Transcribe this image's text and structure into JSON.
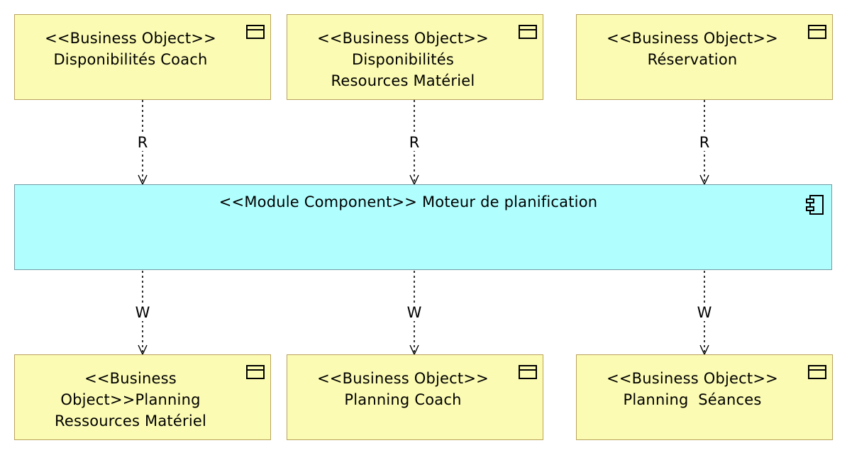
{
  "diagram": {
    "colors": {
      "business_object_fill": "#fbfbb3",
      "business_object_border": "#b9a25c",
      "module_fill": "#b1fefe",
      "module_border": "#6f9aa3",
      "line": "#000000"
    },
    "top_objects": [
      {
        "stereotype": "<<Business Object>>",
        "name_lines": [
          "Disponibilités Coach"
        ],
        "icon": "business-object-icon"
      },
      {
        "stereotype": "<<Business Object>>",
        "name_lines": [
          "Disponibilités",
          "Resources Matériel"
        ],
        "icon": "business-object-icon"
      },
      {
        "stereotype": "<<Business Object>>",
        "name_lines": [
          "Réservation"
        ],
        "icon": "business-object-icon"
      }
    ],
    "module": {
      "label": "<<Module Component>> Moteur de planification",
      "icon": "component-icon"
    },
    "bottom_objects": [
      {
        "text_lines": [
          "<<Business",
          "Object>>Planning",
          "Ressources Matériel"
        ],
        "icon": "business-object-icon"
      },
      {
        "text_lines": [
          "<<Business Object>>",
          "Planning Coach"
        ],
        "icon": "business-object-icon"
      },
      {
        "text_lines": [
          "<<Business Object>>",
          "Planning  Séances"
        ],
        "icon": "business-object-icon"
      }
    ],
    "read_relations": [
      {
        "label": "R"
      },
      {
        "label": "R"
      },
      {
        "label": "R"
      }
    ],
    "write_relations": [
      {
        "label": "W"
      },
      {
        "label": "W"
      },
      {
        "label": "W"
      }
    ]
  }
}
